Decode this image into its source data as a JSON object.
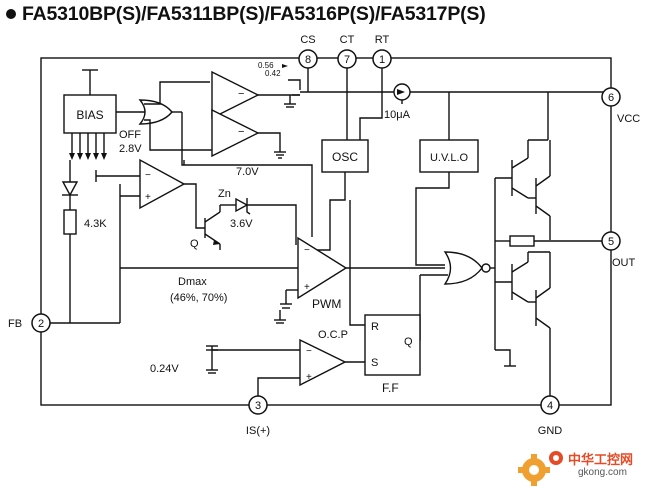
{
  "title": "FA5310BP(S)/FA5311BP(S)/FA5316P(S)/FA5317P(S)",
  "pins": {
    "cs": {
      "number": "8",
      "name": "CS"
    },
    "ct": {
      "number": "7",
      "name": "CT"
    },
    "rt": {
      "number": "1",
      "name": "RT"
    },
    "vcc": {
      "number": "6",
      "name": "VCC"
    },
    "out": {
      "number": "5",
      "name": "OUT"
    },
    "gnd": {
      "number": "4",
      "name": "GND"
    },
    "is": {
      "number": "3",
      "name": "IS(+)"
    },
    "fb": {
      "number": "2",
      "name": "FB"
    }
  },
  "blocks": {
    "bias": "BIAS",
    "osc": "OSC",
    "uvlo": "U.V.L.O",
    "pwm": "PWM",
    "ocp": "O.C.P",
    "ff": "F.F",
    "ff_r": "R",
    "ff_s": "S",
    "ff_q": "Q"
  },
  "labels": {
    "off_2v8": "OFF",
    "v2_8": "2.8V",
    "v7_0": "7.0V",
    "v0_56": "0.56",
    "v0_42": "0.42",
    "r4_3k": "4.3K",
    "zn": "Zn",
    "v3_6": "3.6V",
    "q": "Q",
    "i10ua": "10μA",
    "dmax": "Dmax",
    "dmax_vals": "(46%, 70%)",
    "v0_24": "0.24V",
    "minus": "−",
    "plus": "+"
  },
  "watermark": {
    "cn": "中华工控网",
    "url": "gkong.com"
  }
}
